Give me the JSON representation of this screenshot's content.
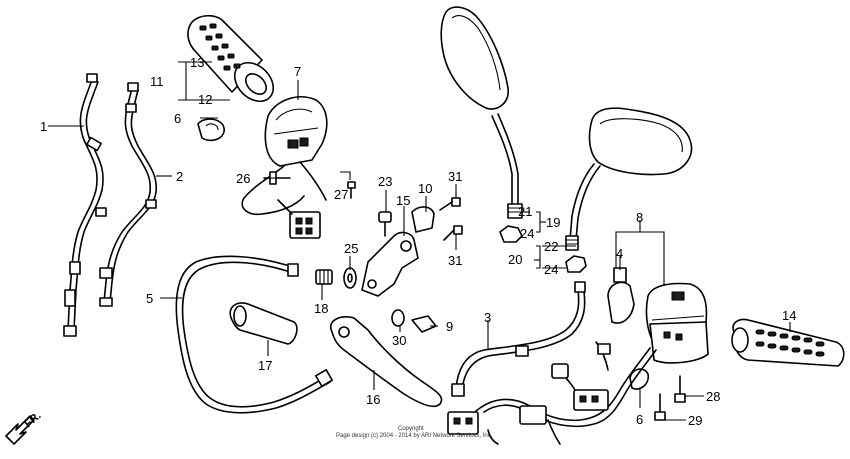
{
  "diagram": {
    "callouts": [
      {
        "id": "c1",
        "text": "1"
      },
      {
        "id": "c2",
        "text": "2"
      },
      {
        "id": "c3",
        "text": "3"
      },
      {
        "id": "c4",
        "text": "4"
      },
      {
        "id": "c5",
        "text": "5"
      },
      {
        "id": "c6a",
        "text": "6"
      },
      {
        "id": "c6b",
        "text": "6"
      },
      {
        "id": "c7",
        "text": "7"
      },
      {
        "id": "c8",
        "text": "8"
      },
      {
        "id": "c9",
        "text": "9"
      },
      {
        "id": "c10",
        "text": "10"
      },
      {
        "id": "c11",
        "text": "11"
      },
      {
        "id": "c12",
        "text": "12"
      },
      {
        "id": "c13",
        "text": "13"
      },
      {
        "id": "c14",
        "text": "14"
      },
      {
        "id": "c15",
        "text": "15"
      },
      {
        "id": "c16",
        "text": "16"
      },
      {
        "id": "c17",
        "text": "17"
      },
      {
        "id": "c18",
        "text": "18"
      },
      {
        "id": "c19",
        "text": "19"
      },
      {
        "id": "c20",
        "text": "20"
      },
      {
        "id": "c21",
        "text": "21"
      },
      {
        "id": "c22",
        "text": "22"
      },
      {
        "id": "c23",
        "text": "23"
      },
      {
        "id": "c24a",
        "text": "24"
      },
      {
        "id": "c24b",
        "text": "24"
      },
      {
        "id": "c25",
        "text": "25"
      },
      {
        "id": "c26",
        "text": "26"
      },
      {
        "id": "c27",
        "text": "27"
      },
      {
        "id": "c28",
        "text": "28"
      },
      {
        "id": "c29",
        "text": "29"
      },
      {
        "id": "c30",
        "text": "30"
      },
      {
        "id": "c31a",
        "text": "31"
      },
      {
        "id": "c31b",
        "text": "31"
      }
    ],
    "direction_label": "FR.",
    "copyright_line1": "Copyright",
    "copyright_line2": "Page design (c) 2004 - 2014 by ARI Network Services, Inc."
  }
}
